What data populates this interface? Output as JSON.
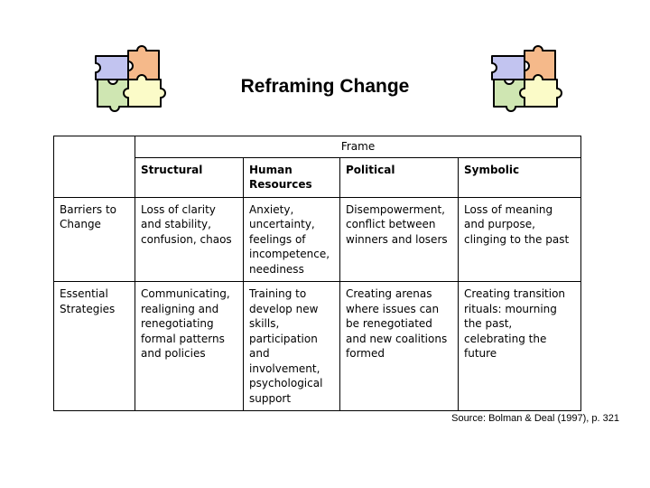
{
  "title": "Reframing Change",
  "table": {
    "group_header": "Frame",
    "columns": [
      "Structural",
      "Human Resources",
      "Political",
      "Symbolic"
    ],
    "rows": [
      {
        "label": "Barriers to Change",
        "cells": [
          "Loss of clarity and stability, confusion, chaos",
          "Anxiety, uncertainty, feelings of incompetence, neediness",
          "Disempowerment, conflict between winners and losers",
          "Loss of meaning and purpose, clinging to the past"
        ]
      },
      {
        "label": "Essential Strategies",
        "cells": [
          "Communicating, realigning and renegotiating formal patterns and policies",
          "Training to develop new skills, participation and involvement, psychological support",
          "Creating arenas where issues can be renegotiated and new coalitions formed",
          "Creating transition rituals: mourning the past, celebrating the future"
        ]
      }
    ]
  },
  "source": "Source:  Bolman & Deal (1997), p. 321",
  "colors": {
    "puzzle_blue": "#c2c4f0",
    "puzzle_orange": "#f5b98a",
    "puzzle_green": "#cfe6b2",
    "puzzle_yellow": "#fbfbc8"
  }
}
